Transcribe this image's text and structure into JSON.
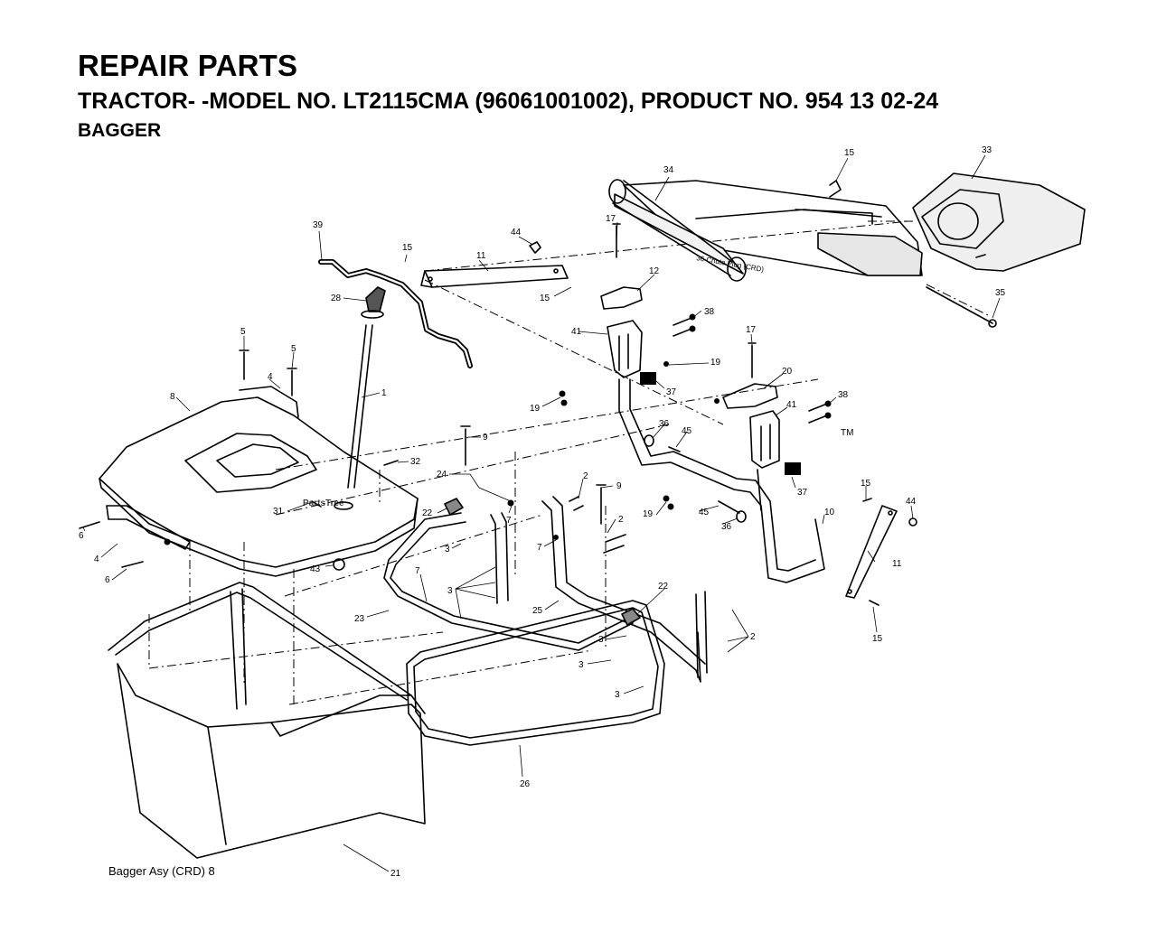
{
  "header": {
    "title": "REPAIR PARTS",
    "subtitle": "TRACTOR- -MODEL NO. LT2115CMA (96061001002), PRODUCT NO. 954 13 02-24",
    "section": "BAGGER"
  },
  "watermark": {
    "text": "PartsTree",
    "tm": "TM"
  },
  "caption": "Bagger Asy (CRD)  8",
  "inline_label": "36 Chute Plug (CRD)",
  "callouts": {
    "c15a": "15",
    "c33": "33",
    "c34": "34",
    "c39": "39",
    "c17a": "17",
    "c44a": "44",
    "c15b": "15",
    "c11a": "11",
    "c12": "12",
    "c15c": "15",
    "c28": "28",
    "c35": "35",
    "c38a": "38",
    "c41a": "41",
    "c5a": "5",
    "c5b": "5",
    "c4a": "4",
    "c1": "1",
    "c17b": "17",
    "c19a": "19",
    "c37a": "37",
    "c20": "20",
    "c8": "8",
    "c19b": "19",
    "c38b": "38",
    "c41b": "41",
    "c36a": "36",
    "c45a": "45",
    "c9a": "9",
    "c32": "32",
    "c24": "24",
    "c2a": "2",
    "c9b": "9",
    "c37b": "37",
    "c15d": "15",
    "c44b": "44",
    "c22a": "22",
    "c31": "31",
    "c7a": "7",
    "c19c": "19",
    "c45b": "45",
    "c36b": "36",
    "c10": "10",
    "c6a": "6",
    "c4b": "4",
    "c2b": "2",
    "c3a": "3",
    "c7b": "7",
    "c11b": "11",
    "c6b": "6",
    "c43": "43",
    "c7c": "7",
    "c3b": "3",
    "c23": "23",
    "c25": "25",
    "c22b": "22",
    "c2c": "2",
    "c15e": "15",
    "c3c": "3",
    "c3d": "3",
    "c3e": "3",
    "c26": "26",
    "c21": "21"
  }
}
